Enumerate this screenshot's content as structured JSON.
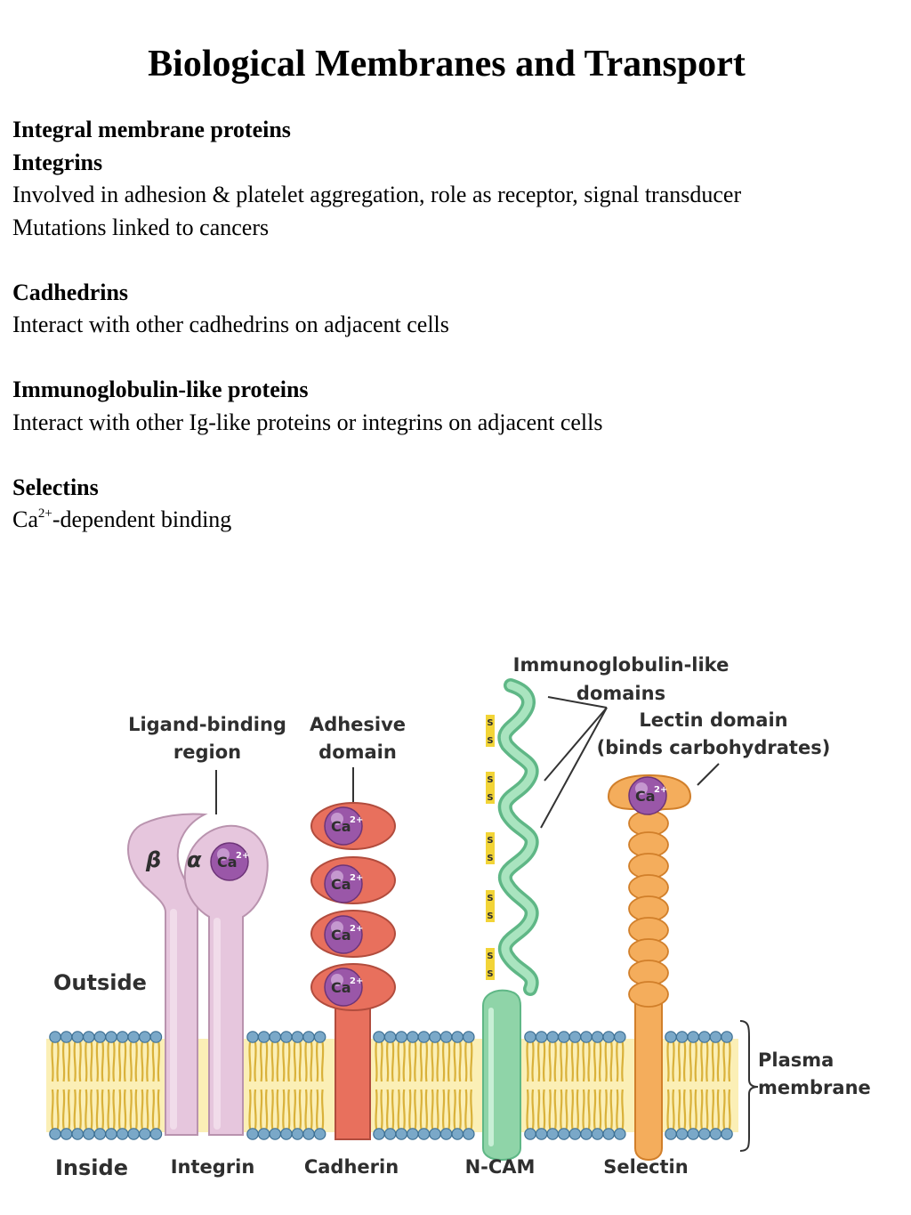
{
  "title": "Biological Membranes and Transport",
  "notes": {
    "section_heading": "Integral membrane proteins",
    "integrins": {
      "heading": "Integrins",
      "line1": "Involved in adhesion & platelet aggregation, role as receptor, signal transducer",
      "line2": "Mutations linked to cancers"
    },
    "cadhedrins": {
      "heading": "Cadhedrins",
      "line1": "Interact with other cadhedrins on adjacent cells"
    },
    "ig_like": {
      "heading": "Immunoglobulin-like proteins",
      "line1": "Interact with other Ig-like proteins or integrins on adjacent cells"
    },
    "selectins": {
      "heading": "Selectins",
      "line_prefix": "Ca",
      "line_sup": "2+",
      "line_rest": "-dependent binding"
    }
  },
  "figure": {
    "outside": "Outside",
    "inside": "Inside",
    "ligand_binding": [
      "Ligand-binding",
      "region"
    ],
    "adhesive": [
      "Adhesive",
      "domain"
    ],
    "ig_domains": [
      "Immunoglobulin-like",
      "domains"
    ],
    "lectin": [
      "Lectin domain",
      "(binds carbohydrates)"
    ],
    "plasma_membrane": [
      "Plasma",
      "membrane"
    ],
    "beta": "β",
    "alpha": "α",
    "ca": "Ca",
    "ca_charge": "2+",
    "ss": "S-S",
    "proteins": {
      "integrin": "Integrin",
      "cadherin": "Cadherin",
      "ncam": "N-CAM",
      "selectin": "Selectin"
    },
    "colors": {
      "integrin": "#e6c6dd",
      "cadherin": "#e8705d",
      "ncam": "#8fd4a8",
      "selectin": "#f4ad5c",
      "calcium": "#9a57a8",
      "lipid_head": "#7aa8c8",
      "lipid_tail": "#f0d15c"
    }
  }
}
